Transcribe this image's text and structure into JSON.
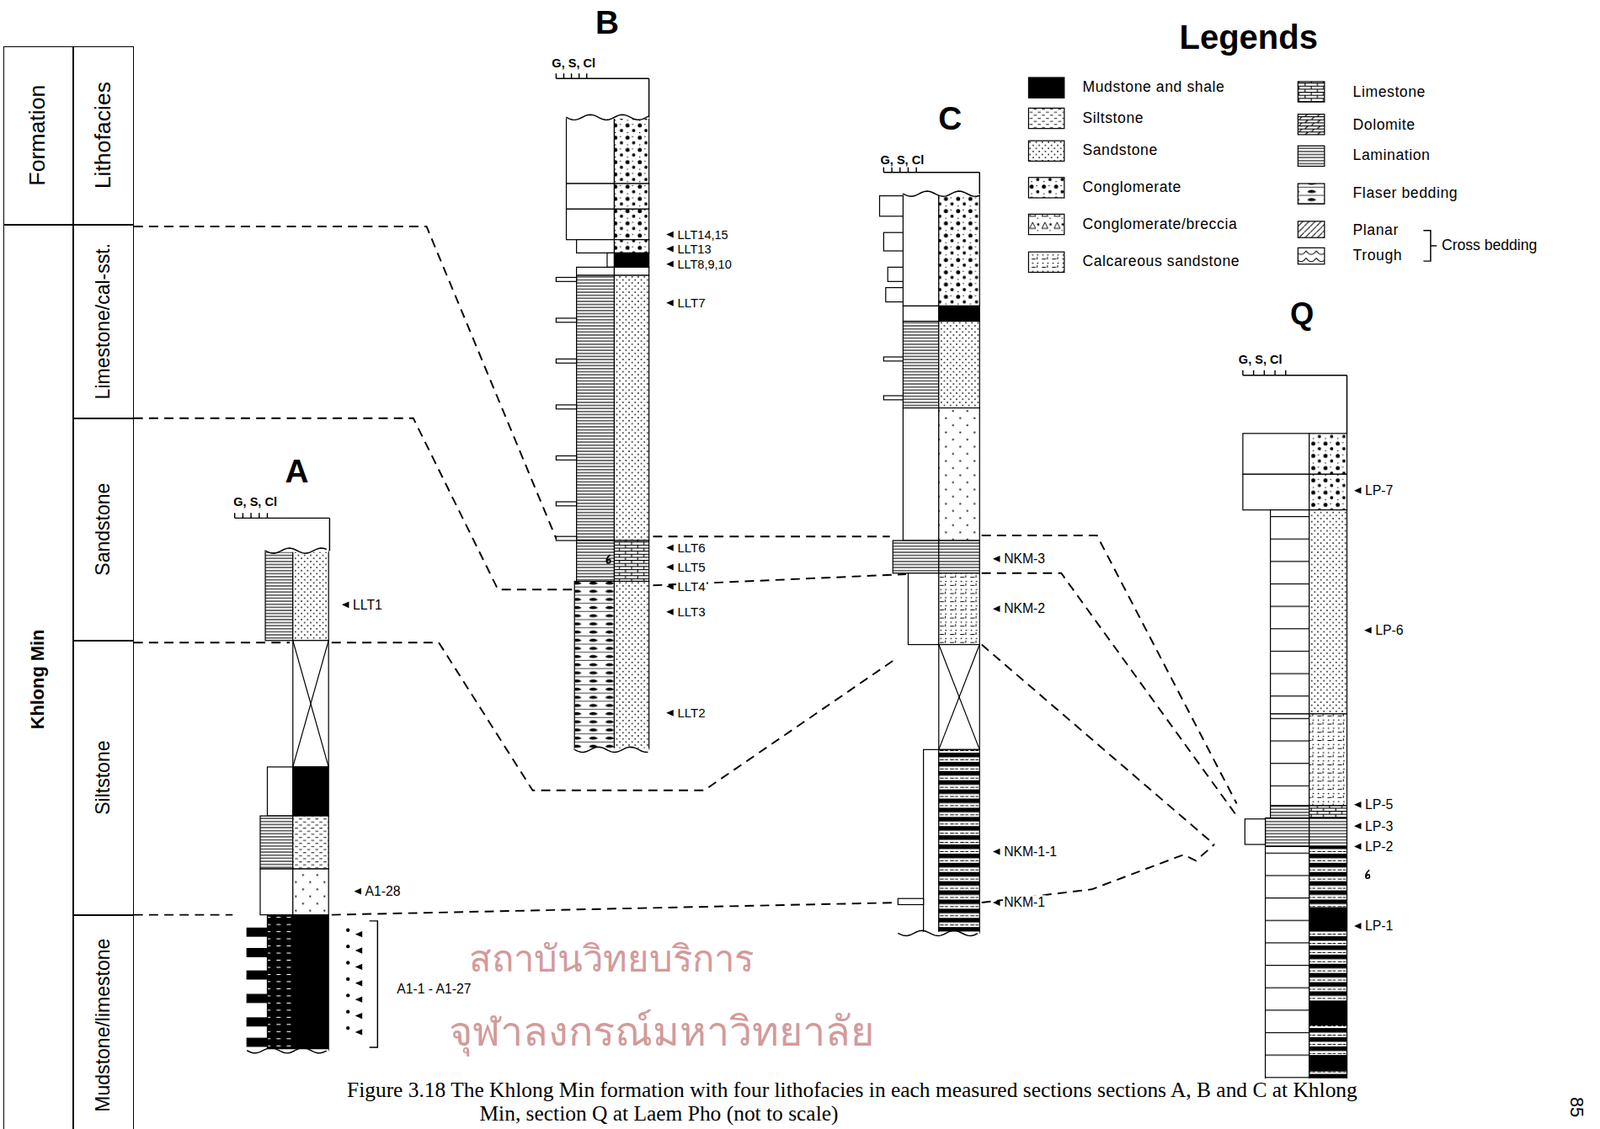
{
  "diagram": {
    "caption": "Figure 3.18 The Khlong Min formation with four lithofacies in each measured sections sections A, B and C at Khlong Min, section Q at Laem Pho (not to scale)",
    "nodes": [
      {
        "text": [
          "Formation"
        ]
      },
      {
        "text": [
          "Lithofacies"
        ]
      },
      {
        "text": [
          "Khlong Min"
        ]
      },
      {
        "text": [
          "Limestone/cal-sst."
        ]
      },
      {
        "text": [
          "Sandstone"
        ]
      },
      {
        "text": [
          "Siltstone"
        ]
      },
      {
        "text": [
          "Mudstone/limestone"
        ]
      }
    ],
    "labels": [
      "Legends",
      "Cross bedding",
      "A",
      "G, S, Cl",
      "LLT1",
      "A1-28",
      "A1-1 - A1-27",
      "B",
      "G, S, Cl",
      "LLT14,15",
      "LLT13",
      "LLT8,9,10",
      "LLT7",
      "LLT6",
      "LLT5",
      "LLT4",
      "LLT3",
      "LLT2",
      "C",
      "G, S, Cl",
      "NKM-3",
      "NKM-2",
      "NKM-1-1",
      "NKM-1",
      "Q",
      "G, S, Cl",
      "LP-7",
      "LP-6",
      "LP-5",
      "LP-3",
      "LP-2",
      "LP-1",
      "สถาบันวิทยบริการ",
      "จุฬาลงกรณ์มหาวิทยาลัย",
      "85"
    ],
    "legend": [
      {
        "text": "Mudstone and shale",
        "color": "#000000"
      },
      {
        "text": "Siltstone"
      },
      {
        "text": "Sandstone"
      },
      {
        "text": "Conglomerate"
      },
      {
        "text": "Conglomerate/breccia"
      },
      {
        "text": "Calcareous sandstone"
      },
      {
        "text": "Limestone"
      },
      {
        "text": "Dolomite"
      },
      {
        "text": "Lamination"
      },
      {
        "text": "Flaser bedding"
      },
      {
        "text": "Planar"
      },
      {
        "text": "Trough"
      }
    ]
  }
}
